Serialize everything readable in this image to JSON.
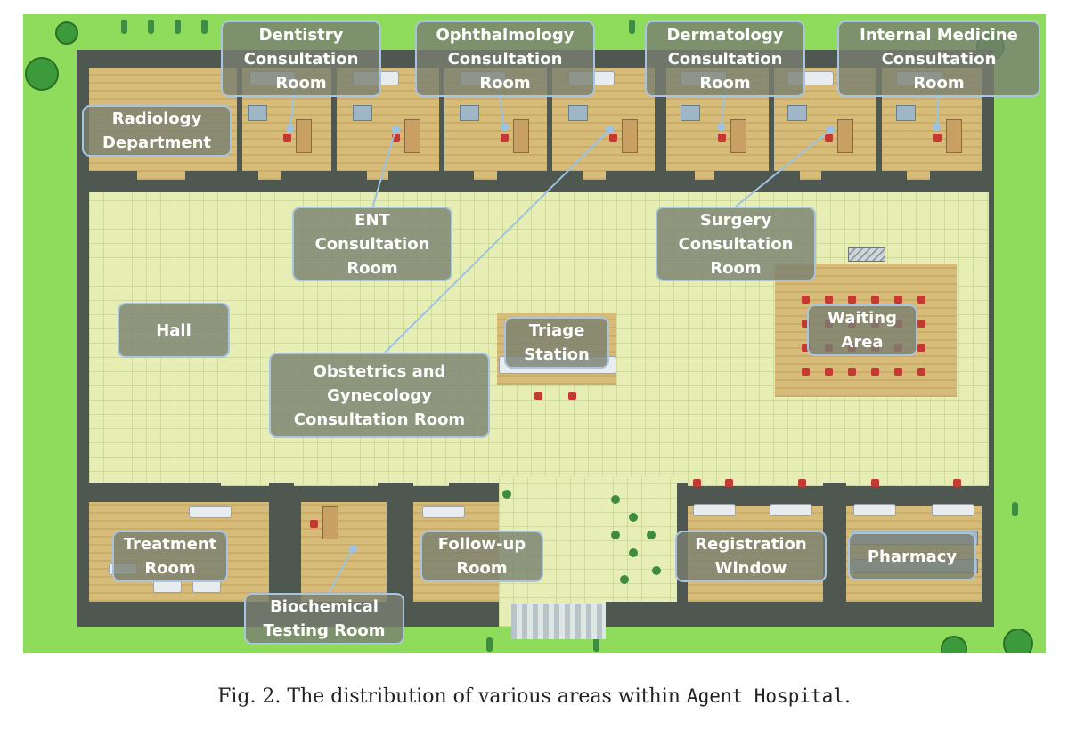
{
  "map_title": "Agent Hospital",
  "areas": {
    "dentistry": [
      "Dentistry",
      "Consultation",
      "Room"
    ],
    "ophthalmology": [
      "Ophthalmology",
      "Consultation",
      "Room"
    ],
    "dermatology": [
      "Dermatology",
      "Consultation",
      "Room"
    ],
    "internal_medicine": [
      "Internal Medicine",
      "Consultation",
      "Room"
    ],
    "radiology": [
      "Radiology",
      "Department"
    ],
    "ent": [
      "ENT",
      "Consultation",
      "Room"
    ],
    "surgery": [
      "Surgery",
      "Consultation",
      "Room"
    ],
    "hall": [
      "Hall"
    ],
    "triage": [
      "Triage",
      "Station"
    ],
    "waiting": [
      "Waiting",
      "Area"
    ],
    "obgyn": [
      "Obstetrics and",
      "Gynecology",
      "Consultation Room"
    ],
    "treatment": [
      "Treatment",
      "Room"
    ],
    "followup": [
      "Follow-up",
      "Room"
    ],
    "registration": [
      "Registration",
      "Window"
    ],
    "pharmacy": [
      "Pharmacy"
    ],
    "biochemical": [
      "Biochemical",
      "Testing Room"
    ]
  },
  "caption": {
    "prefix": "Fig. 2.  The distribution of various areas within ",
    "name": "Agent Hospital",
    "suffix": "."
  },
  "colors": {
    "grass": "#8fdc5c",
    "wall": "#4f5751",
    "wood_floor": "#d7bb78",
    "hall_floor": "#e6edb5",
    "label_bg": "#788070",
    "label_border": "#aac4df",
    "pointer": "#9cc3e3"
  }
}
